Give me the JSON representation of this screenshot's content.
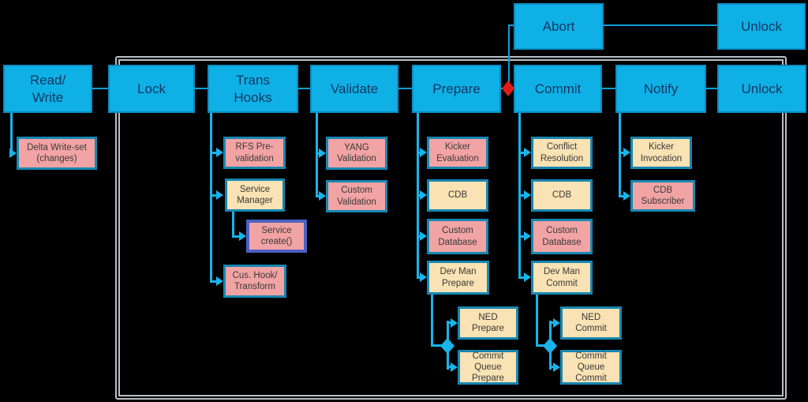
{
  "colors": {
    "bg": "#000000",
    "cyan": "#0fb0e6",
    "cyan_border": "#0a8ec2",
    "navy": "#14365f",
    "pink": "#f2a3a4",
    "yellow": "#f9e2b3",
    "teal": "#1787b2",
    "indigo": "#4c61c2",
    "line": "#0c9fd6",
    "arrow": "#18b4ea",
    "red": "#e01b1b",
    "gray": "#b9c0c7",
    "subtext": "#3a3a3a"
  },
  "top_row": {
    "abort": "Abort",
    "unlock": "Unlock"
  },
  "main_row": {
    "read_write": "Read/\nWrite",
    "lock": "Lock",
    "trans_hooks": "Trans\nHooks",
    "validate": "Validate",
    "prepare": "Prepare",
    "commit": "Commit",
    "notify": "Notify",
    "unlock": "Unlock"
  },
  "sub_boxes": {
    "delta_write_set": "Delta Write-set\n(changes)",
    "rfs_pre_validation": "RFS Pre-\nvalidation",
    "service_manager": "Service\nManager",
    "service_create": "Service\ncreate()",
    "cus_hook_transform": "Cus. Hook/\nTransform",
    "yang_validation": "YANG\nValidation",
    "custom_validation": "Custom\nValidation",
    "kicker_evaluation": "Kicker\nEvaluation",
    "cdb_prepare": "CDB",
    "custom_database_prepare": "Custom\nDatabase",
    "dev_man_prepare": "Dev Man\nPrepare",
    "ned_prepare": "NED\nPrepare",
    "commit_queue_prepare": "Commit\nQueue\nPrepare",
    "conflict_resolution": "Conflict\nResolution",
    "cdb_commit": "CDB",
    "custom_database_commit": "Custom\nDatabase",
    "dev_man_commit": "Dev Man\nCommit",
    "ned_commit": "NED\nCommit",
    "commit_queue_commit": "Commit\nQueue\nCommit",
    "kicker_invocation": "Kicker\nInvocation",
    "cdb_subscriber": "CDB\nSubscriber"
  }
}
